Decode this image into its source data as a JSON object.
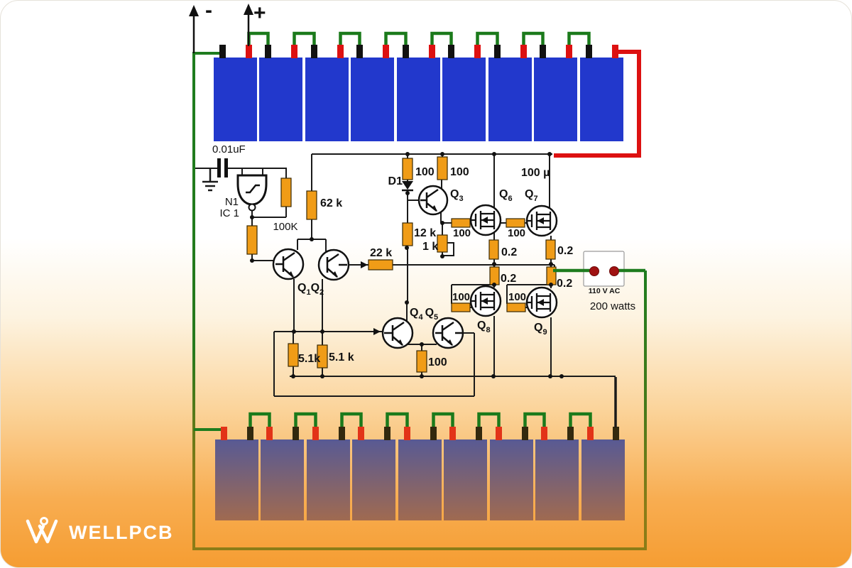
{
  "polarity": {
    "minus": "-",
    "plus": "+"
  },
  "top_battery_bank": {
    "cells": 9,
    "cell_color": "#2238cc",
    "terminal_positive_color": "#dd1111",
    "terminal_negative_color": "#111111",
    "jumper_color": "#1b7a1b"
  },
  "bottom_battery_bank": {
    "cells": 9,
    "cell_top_color": "#585a94",
    "cell_bottom_color": "#a06a50"
  },
  "components": {
    "capacitor_input": "0.01uF",
    "capacitor_output": "100 µ",
    "ic": {
      "ref": "N1",
      "name": "IC 1"
    },
    "diode": "D1",
    "resistors": {
      "r_100k": "100K",
      "r_62k": "62 k",
      "r_12k": "12 k",
      "r_1k": "1 k",
      "r_22k": "22 k",
      "r_51k_a": "5.1k",
      "r_51k_b": "5.1 k",
      "r_100_rail_a": "100",
      "r_100_rail_b": "100",
      "r_100_gate_q6": "100",
      "r_100_gate_q7": "100",
      "r_100_gate_q8": "100",
      "r_100_gate_q9": "100",
      "r_100_q45": "100",
      "r_02_q6": "0.2",
      "r_02_q7": "0.2",
      "r_02_q8": "0.2",
      "r_02_q9": "0.2"
    },
    "transistors": {
      "q1": {
        "b": "Q",
        "s": "1"
      },
      "q2": {
        "b": "Q",
        "s": "2"
      },
      "q3": {
        "b": "Q",
        "s": "3"
      },
      "q4": {
        "b": "Q",
        "s": "4"
      },
      "q5": {
        "b": "Q",
        "s": "5"
      },
      "q6": {
        "b": "Q",
        "s": "6"
      },
      "q7": {
        "b": "Q",
        "s": "7"
      },
      "q8": {
        "b": "Q",
        "s": "8"
      },
      "q9": {
        "b": "Q",
        "s": "9"
      }
    }
  },
  "output_socket": {
    "line1": "110 V AC",
    "line2": "200 watts"
  },
  "wire_colors": {
    "signal": "#1a1a1a",
    "battery_positive": "#dd1111",
    "battery_link": "#1b7a1b",
    "return_path": "#8a7c17"
  },
  "brand": {
    "name": "WELLPCB"
  }
}
